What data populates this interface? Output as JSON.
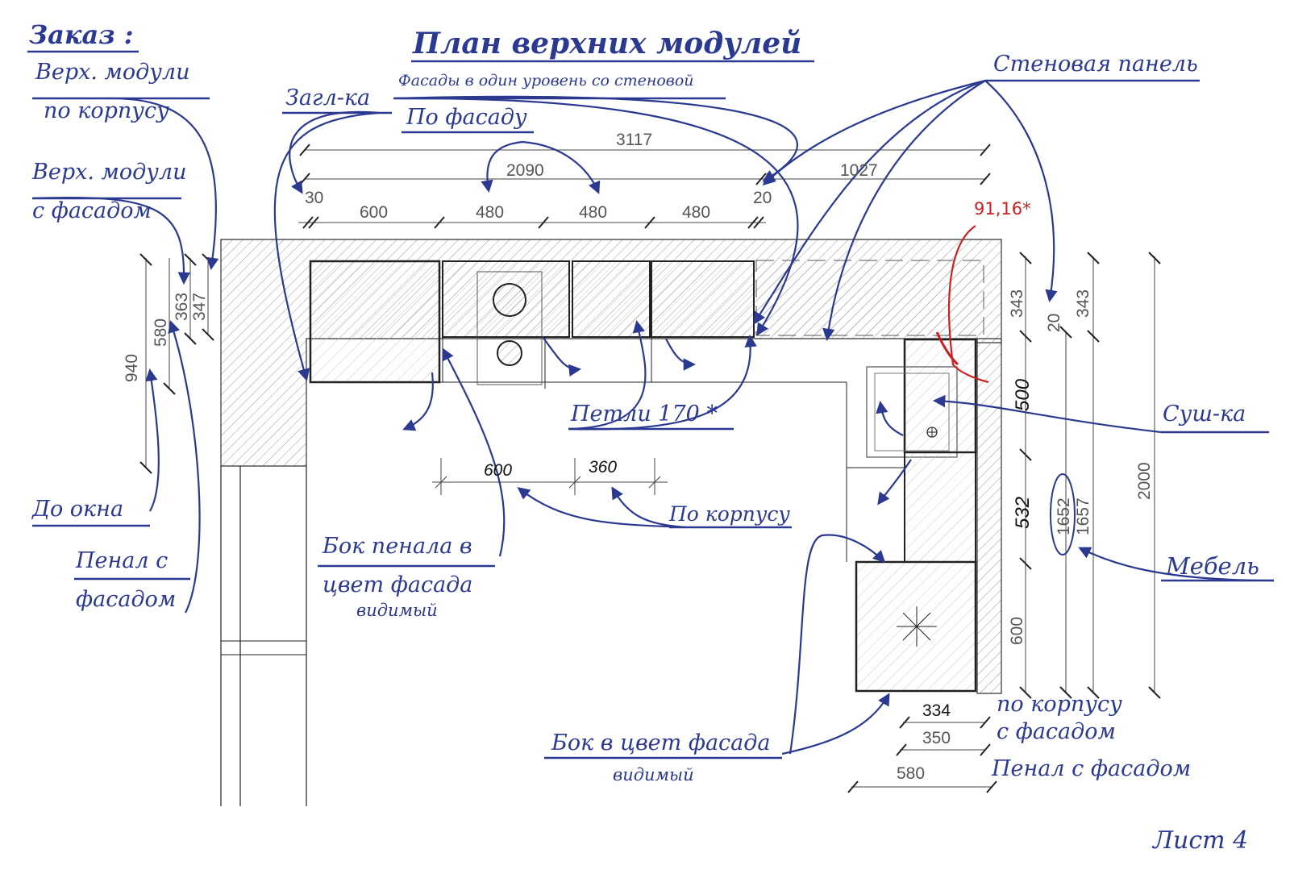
{
  "title": "План верхних модулей",
  "subtitle": "Фасады в один уровень со стеновой",
  "order_label": "Заказ :",
  "sheet_label": "Лист 4",
  "notes": {
    "upper_by_body_1": "Верх. модули",
    "upper_by_body_2": "по корпусу",
    "upper_with_facade_1": "Верх. модули",
    "upper_with_facade_2": "с фасадом",
    "plug": "Загл-ка",
    "by_facade": "По фасаду",
    "wall_panel": "Стеновая панель",
    "hinges": "Петли 170 *",
    "dryer": "Суш-ка",
    "to_window": "До окна",
    "pencil_case_1": "Пенал с",
    "pencil_case_2": "фасадом",
    "side_pencil_1": "Бок пенала в",
    "side_pencil_2": "цвет фасада",
    "side_pencil_3": "видимый",
    "by_body": "По корпусу",
    "furniture": "Мебель",
    "side_facade_1": "Бок в цвет фасада",
    "side_facade_2": "видимый",
    "by_body_2": "по корпусу",
    "with_facade": "с фасадом",
    "pencil_case_facade": "Пенал с фасадом"
  },
  "dims": {
    "total": "3117",
    "d2090": "2090",
    "d1027": "1027",
    "d30": "30",
    "d20": "20",
    "d600": "600",
    "d480a": "480",
    "d480b": "480",
    "d480c": "480",
    "d363": "363",
    "d347": "347",
    "d580v": "580",
    "d940": "940",
    "d600b": "600",
    "d360": "360",
    "d343a": "343",
    "d20b": "20",
    "d343b": "343",
    "d500": "500",
    "d532": "532",
    "d600c": "600",
    "d1652": "1652",
    "d1657": "1657",
    "d2000": "2000",
    "d334": "334",
    "d350": "350",
    "d580h": "580",
    "angle": "91,16*"
  },
  "colors": {
    "ink": "#2b3990",
    "line": "#222222",
    "hatch": "#999999",
    "accent": "#cc1f1f"
  }
}
